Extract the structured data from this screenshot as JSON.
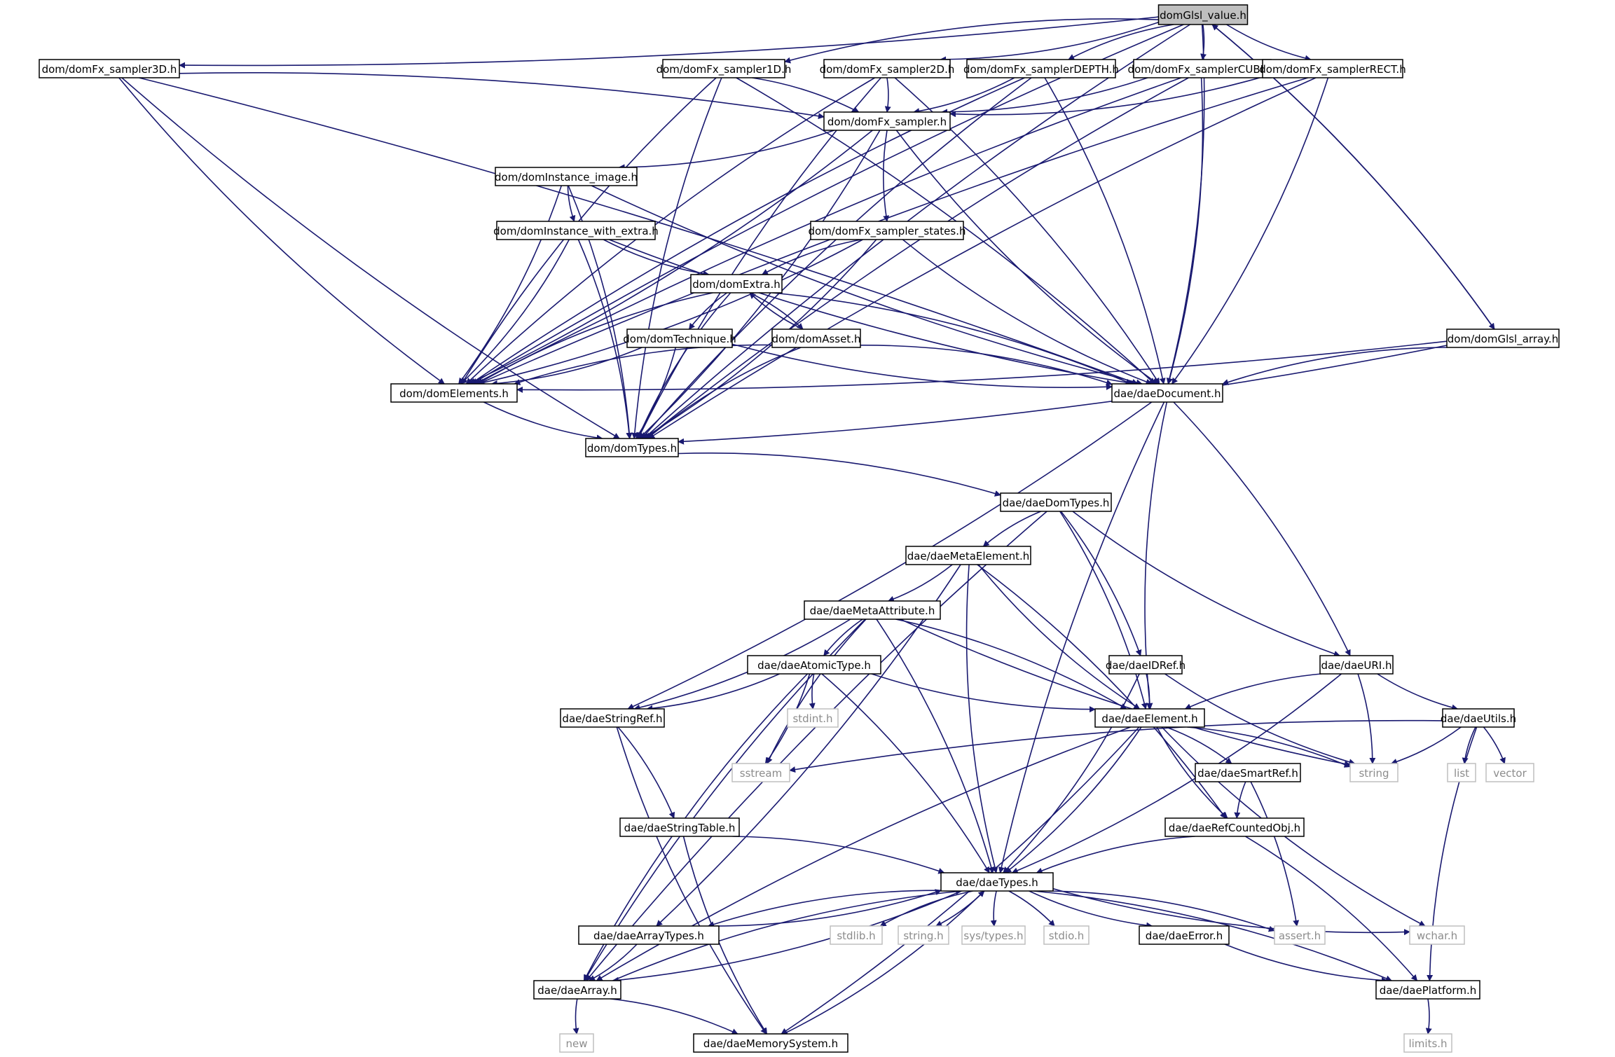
{
  "colors": {
    "edge": "#191970",
    "node_border": "#000000",
    "node_text": "#000000",
    "root_fill": "#bfbfbf",
    "system_border": "#bfbfbf",
    "system_text": "#8c8c8c",
    "node_fill": "#ffffff"
  },
  "nodes": [
    {
      "id": "root",
      "label": "domGlsl_value.h",
      "kind": "root"
    },
    {
      "id": "s3d",
      "label": "dom/domFx_sampler3D.h",
      "kind": "file"
    },
    {
      "id": "s1d",
      "label": "dom/domFx_sampler1D.h",
      "kind": "file"
    },
    {
      "id": "s2d",
      "label": "dom/domFx_sampler2D.h",
      "kind": "file"
    },
    {
      "id": "sdepth",
      "label": "dom/domFx_samplerDEPTH.h",
      "kind": "file"
    },
    {
      "id": "scube",
      "label": "dom/domFx_samplerCUBE.h",
      "kind": "file"
    },
    {
      "id": "srect",
      "label": "dom/domFx_samplerRECT.h",
      "kind": "file"
    },
    {
      "id": "sampler",
      "label": "dom/domFx_sampler.h",
      "kind": "file"
    },
    {
      "id": "instimg",
      "label": "dom/domInstance_image.h",
      "kind": "file"
    },
    {
      "id": "instextra",
      "label": "dom/domInstance_with_extra.h",
      "kind": "file"
    },
    {
      "id": "states",
      "label": "dom/domFx_sampler_states.h",
      "kind": "file"
    },
    {
      "id": "extra",
      "label": "dom/domExtra.h",
      "kind": "file"
    },
    {
      "id": "technique",
      "label": "dom/domTechnique.h",
      "kind": "file"
    },
    {
      "id": "asset",
      "label": "dom/domAsset.h",
      "kind": "file"
    },
    {
      "id": "glslarray",
      "label": "dom/domGlsl_array.h",
      "kind": "file"
    },
    {
      "id": "elements",
      "label": "dom/domElements.h",
      "kind": "file"
    },
    {
      "id": "document",
      "label": "dae/daeDocument.h",
      "kind": "file"
    },
    {
      "id": "domtypes",
      "label": "dom/domTypes.h",
      "kind": "file"
    },
    {
      "id": "daedomtypes",
      "label": "dae/daeDomTypes.h",
      "kind": "file"
    },
    {
      "id": "metaelement",
      "label": "dae/daeMetaElement.h",
      "kind": "file"
    },
    {
      "id": "metaattr",
      "label": "dae/daeMetaAttribute.h",
      "kind": "file"
    },
    {
      "id": "atomic",
      "label": "dae/daeAtomicType.h",
      "kind": "file"
    },
    {
      "id": "idref",
      "label": "dae/daeIDRef.h",
      "kind": "file"
    },
    {
      "id": "uri",
      "label": "dae/daeURI.h",
      "kind": "file"
    },
    {
      "id": "stringref",
      "label": "dae/daeStringRef.h",
      "kind": "file"
    },
    {
      "id": "stdint",
      "label": "stdint.h",
      "kind": "system"
    },
    {
      "id": "element",
      "label": "dae/daeElement.h",
      "kind": "file"
    },
    {
      "id": "utils",
      "label": "dae/daeUtils.h",
      "kind": "file"
    },
    {
      "id": "sstream",
      "label": "sstream",
      "kind": "system"
    },
    {
      "id": "smartref",
      "label": "dae/daeSmartRef.h",
      "kind": "file"
    },
    {
      "id": "string",
      "label": "string",
      "kind": "system"
    },
    {
      "id": "list",
      "label": "list",
      "kind": "system"
    },
    {
      "id": "vector",
      "label": "vector",
      "kind": "system"
    },
    {
      "id": "stringtable",
      "label": "dae/daeStringTable.h",
      "kind": "file"
    },
    {
      "id": "refcounted",
      "label": "dae/daeRefCountedObj.h",
      "kind": "file"
    },
    {
      "id": "daetypes",
      "label": "dae/daeTypes.h",
      "kind": "file"
    },
    {
      "id": "arraytypes",
      "label": "dae/daeArrayTypes.h",
      "kind": "file"
    },
    {
      "id": "stdlib",
      "label": "stdlib.h",
      "kind": "system"
    },
    {
      "id": "stringh",
      "label": "string.h",
      "kind": "system"
    },
    {
      "id": "systypes",
      "label": "sys/types.h",
      "kind": "system"
    },
    {
      "id": "stdio",
      "label": "stdio.h",
      "kind": "system"
    },
    {
      "id": "error",
      "label": "dae/daeError.h",
      "kind": "file"
    },
    {
      "id": "assert",
      "label": "assert.h",
      "kind": "system"
    },
    {
      "id": "wchar",
      "label": "wchar.h",
      "kind": "system"
    },
    {
      "id": "array",
      "label": "dae/daeArray.h",
      "kind": "file"
    },
    {
      "id": "platform",
      "label": "dae/daePlatform.h",
      "kind": "file"
    },
    {
      "id": "new",
      "label": "new",
      "kind": "system"
    },
    {
      "id": "memsys",
      "label": "dae/daeMemorySystem.h",
      "kind": "file"
    },
    {
      "id": "limits",
      "label": "limits.h",
      "kind": "system"
    }
  ],
  "edges": [
    [
      "root",
      "s3d"
    ],
    [
      "root",
      "s1d"
    ],
    [
      "root",
      "s2d"
    ],
    [
      "root",
      "sdepth"
    ],
    [
      "root",
      "scube"
    ],
    [
      "root",
      "srect"
    ],
    [
      "root",
      "glslarray"
    ],
    [
      "root",
      "elements"
    ],
    [
      "root",
      "document"
    ],
    [
      "root",
      "domtypes"
    ],
    [
      "s3d",
      "sampler"
    ],
    [
      "s3d",
      "elements"
    ],
    [
      "s3d",
      "document"
    ],
    [
      "s3d",
      "domtypes"
    ],
    [
      "s1d",
      "sampler"
    ],
    [
      "s1d",
      "elements"
    ],
    [
      "s1d",
      "document"
    ],
    [
      "s1d",
      "domtypes"
    ],
    [
      "s2d",
      "sampler"
    ],
    [
      "s2d",
      "elements"
    ],
    [
      "s2d",
      "document"
    ],
    [
      "s2d",
      "domtypes"
    ],
    [
      "sdepth",
      "sampler"
    ],
    [
      "sdepth",
      "elements"
    ],
    [
      "sdepth",
      "document"
    ],
    [
      "sdepth",
      "domtypes"
    ],
    [
      "scube",
      "sampler"
    ],
    [
      "scube",
      "elements"
    ],
    [
      "scube",
      "document"
    ],
    [
      "scube",
      "domtypes"
    ],
    [
      "srect",
      "sampler"
    ],
    [
      "srect",
      "elements"
    ],
    [
      "srect",
      "document"
    ],
    [
      "srect",
      "domtypes"
    ],
    [
      "sampler",
      "instimg"
    ],
    [
      "sampler",
      "states"
    ],
    [
      "sampler",
      "elements"
    ],
    [
      "sampler",
      "document"
    ],
    [
      "sampler",
      "domtypes"
    ],
    [
      "instimg",
      "instextra"
    ],
    [
      "instimg",
      "elements"
    ],
    [
      "instimg",
      "document"
    ],
    [
      "instimg",
      "domtypes"
    ],
    [
      "instextra",
      "extra"
    ],
    [
      "instextra",
      "elements"
    ],
    [
      "instextra",
      "document"
    ],
    [
      "instextra",
      "domtypes"
    ],
    [
      "states",
      "extra"
    ],
    [
      "states",
      "elements"
    ],
    [
      "states",
      "document"
    ],
    [
      "states",
      "domtypes"
    ],
    [
      "extra",
      "technique"
    ],
    [
      "extra",
      "asset"
    ],
    [
      "extra",
      "elements"
    ],
    [
      "extra",
      "document"
    ],
    [
      "extra",
      "domtypes"
    ],
    [
      "asset",
      "extra"
    ],
    [
      "asset",
      "elements"
    ],
    [
      "asset",
      "document"
    ],
    [
      "asset",
      "domtypes"
    ],
    [
      "technique",
      "elements"
    ],
    [
      "technique",
      "document"
    ],
    [
      "technique",
      "domtypes"
    ],
    [
      "glslarray",
      "root"
    ],
    [
      "glslarray",
      "elements"
    ],
    [
      "glslarray",
      "document"
    ],
    [
      "glslarray",
      "domtypes"
    ],
    [
      "elements",
      "domtypes"
    ],
    [
      "document",
      "uri"
    ],
    [
      "document",
      "element"
    ],
    [
      "document",
      "stringref"
    ],
    [
      "document",
      "daetypes"
    ],
    [
      "domtypes",
      "daedomtypes"
    ],
    [
      "daedomtypes",
      "metaelement"
    ],
    [
      "daedomtypes",
      "idref"
    ],
    [
      "daedomtypes",
      "uri"
    ],
    [
      "daedomtypes",
      "element"
    ],
    [
      "daedomtypes",
      "array"
    ],
    [
      "metaelement",
      "metaattr"
    ],
    [
      "metaelement",
      "element"
    ],
    [
      "metaelement",
      "refcounted"
    ],
    [
      "metaelement",
      "daetypes"
    ],
    [
      "metaelement",
      "arraytypes"
    ],
    [
      "metaattr",
      "atomic"
    ],
    [
      "metaattr",
      "stringref"
    ],
    [
      "metaattr",
      "sstream"
    ],
    [
      "metaattr",
      "element"
    ],
    [
      "metaattr",
      "string"
    ],
    [
      "metaattr",
      "daetypes"
    ],
    [
      "metaattr",
      "array"
    ],
    [
      "atomic",
      "stringref"
    ],
    [
      "atomic",
      "stdint"
    ],
    [
      "atomic",
      "sstream"
    ],
    [
      "atomic",
      "element"
    ],
    [
      "atomic",
      "daetypes"
    ],
    [
      "atomic",
      "array"
    ],
    [
      "idref",
      "element"
    ],
    [
      "idref",
      "string"
    ],
    [
      "idref",
      "daetypes"
    ],
    [
      "uri",
      "element"
    ],
    [
      "uri",
      "string"
    ],
    [
      "uri",
      "utils"
    ],
    [
      "uri",
      "daetypes"
    ],
    [
      "utils",
      "sstream"
    ],
    [
      "utils",
      "string"
    ],
    [
      "utils",
      "list"
    ],
    [
      "utils",
      "vector"
    ],
    [
      "utils",
      "platform"
    ],
    [
      "stringref",
      "stringtable"
    ],
    [
      "stringref",
      "memsys"
    ],
    [
      "stringtable",
      "daetypes"
    ],
    [
      "stringtable",
      "memsys"
    ],
    [
      "element",
      "smartref"
    ],
    [
      "element",
      "refcounted"
    ],
    [
      "element",
      "string"
    ],
    [
      "element",
      "wchar"
    ],
    [
      "element",
      "daetypes"
    ],
    [
      "element",
      "array"
    ],
    [
      "element",
      "memsys"
    ],
    [
      "smartref",
      "refcounted"
    ],
    [
      "smartref",
      "assert"
    ],
    [
      "refcounted",
      "daetypes"
    ],
    [
      "refcounted",
      "platform"
    ],
    [
      "daetypes",
      "stdlib"
    ],
    [
      "daetypes",
      "stringh"
    ],
    [
      "daetypes",
      "systypes"
    ],
    [
      "daetypes",
      "stdio"
    ],
    [
      "daetypes",
      "error"
    ],
    [
      "daetypes",
      "assert"
    ],
    [
      "daetypes",
      "wchar"
    ],
    [
      "daetypes",
      "platform"
    ],
    [
      "daetypes",
      "arraytypes"
    ],
    [
      "daetypes",
      "array"
    ],
    [
      "arraytypes",
      "daetypes"
    ],
    [
      "arraytypes",
      "array"
    ],
    [
      "error",
      "platform"
    ],
    [
      "array",
      "daetypes"
    ],
    [
      "array",
      "new"
    ],
    [
      "array",
      "memsys"
    ],
    [
      "memsys",
      "daetypes"
    ],
    [
      "platform",
      "limits"
    ]
  ]
}
